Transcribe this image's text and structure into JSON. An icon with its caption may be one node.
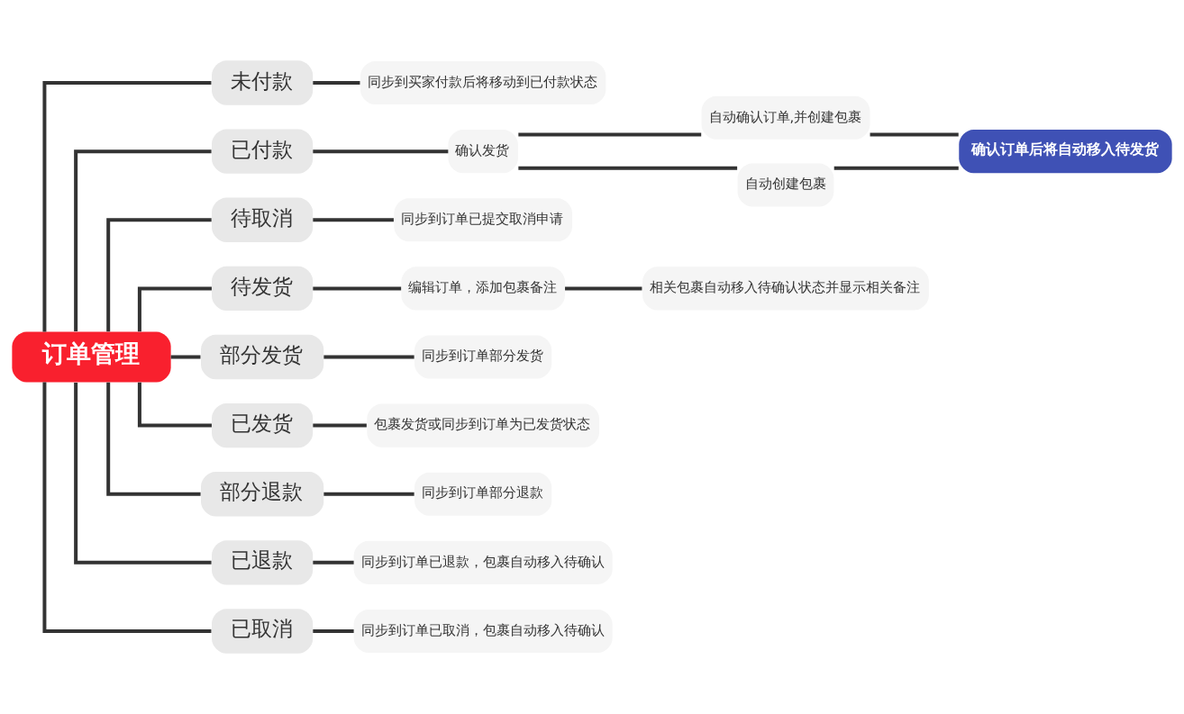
{
  "diagram": {
    "nodes": [
      {
        "text": [
          "订单管理"
        ]
      },
      {
        "text": [
          "未付款"
        ]
      },
      {
        "text": [
          "同步到买家付款后将移动到已付款状态"
        ]
      },
      {
        "text": [
          "已付款"
        ]
      },
      {
        "text": [
          "确认发货"
        ]
      },
      {
        "text": [
          "自动确认订单,并创建包裹"
        ]
      },
      {
        "text": [
          "自动创建包裹"
        ]
      },
      {
        "text": [
          "确认订单后将自动移入待发货"
        ]
      },
      {
        "text": [
          "待取消"
        ]
      },
      {
        "text": [
          "同步到订单已提交取消申请"
        ]
      },
      {
        "text": [
          "待发货"
        ]
      },
      {
        "text": [
          "编辑订单，添加包裹备注"
        ]
      },
      {
        "text": [
          "相关包裹自动移入待确认状态并显示相关备注"
        ]
      },
      {
        "text": [
          "部分发货"
        ]
      },
      {
        "text": [
          "同步到订单部分发货"
        ]
      },
      {
        "text": [
          "已发货"
        ]
      },
      {
        "text": [
          "包裹发货或同步到订单为已发货状态"
        ]
      },
      {
        "text": [
          "部分退款"
        ]
      },
      {
        "text": [
          "同步到订单部分退款"
        ]
      },
      {
        "text": [
          "已退款"
        ]
      },
      {
        "text": [
          "同步到订单已退款，包裹自动移入待确认"
        ]
      },
      {
        "text": [
          "已取消"
        ]
      },
      {
        "text": [
          "同步到订单已取消，包裹自动移入待确认"
        ]
      }
    ],
    "edges": [
      {
        "from": 0,
        "to": 1,
        "arrow": "none"
      },
      {
        "from": 1,
        "to": 2,
        "arrow": "none"
      },
      {
        "from": 0,
        "to": 3,
        "arrow": "none"
      },
      {
        "from": 3,
        "to": 4,
        "arrow": "none"
      },
      {
        "from": 4,
        "to": 5,
        "arrow": "none"
      },
      {
        "from": 4,
        "to": 6,
        "arrow": "none"
      },
      {
        "from": 5,
        "to": 7,
        "arrow": "none"
      },
      {
        "from": 6,
        "to": 7,
        "arrow": "none"
      },
      {
        "from": 0,
        "to": 8,
        "arrow": "none"
      },
      {
        "from": 8,
        "to": 9,
        "arrow": "none"
      },
      {
        "from": 0,
        "to": 10,
        "arrow": "none"
      },
      {
        "from": 10,
        "to": 11,
        "arrow": "none"
      },
      {
        "from": 11,
        "to": 12,
        "arrow": "none"
      },
      {
        "from": 0,
        "to": 13,
        "arrow": "none"
      },
      {
        "from": 13,
        "to": 14,
        "arrow": "none"
      },
      {
        "from": 0,
        "to": 15,
        "arrow": "none"
      },
      {
        "from": 15,
        "to": 16,
        "arrow": "none"
      },
      {
        "from": 0,
        "to": 17,
        "arrow": "none"
      },
      {
        "from": 17,
        "to": 18,
        "arrow": "none"
      },
      {
        "from": 0,
        "to": 19,
        "arrow": "none"
      },
      {
        "from": 19,
        "to": 20,
        "arrow": "none"
      },
      {
        "from": 0,
        "to": 21,
        "arrow": "none"
      },
      {
        "from": 21,
        "to": 22,
        "arrow": "none"
      }
    ]
  }
}
